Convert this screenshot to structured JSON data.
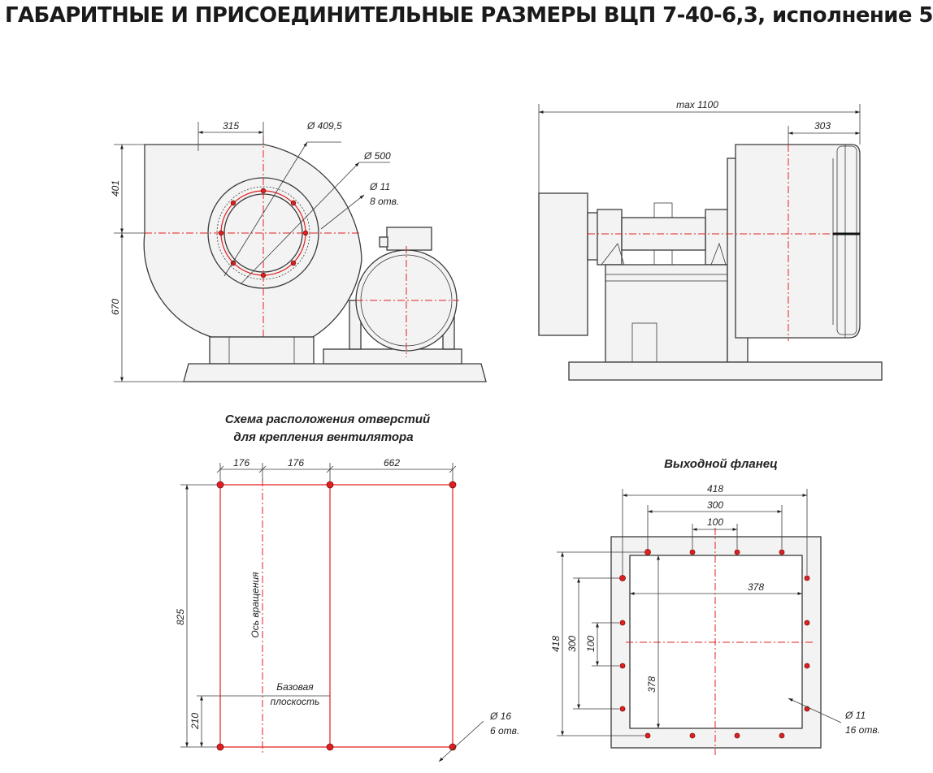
{
  "title": "ГАБАРИТНЫЕ И ПРИСОЕДИНИТЕЛЬНЫЕ РАЗМЕРЫ ВЦП 7-40-6,3, исполнение 5",
  "front_view": {
    "dim_315": "315",
    "dim_d409": "Ø 409,5",
    "dim_d500": "Ø 500",
    "dim_d11": "Ø 11",
    "dim_holes8": "8 отв.",
    "dim_401": "401",
    "dim_670": "670"
  },
  "side_view": {
    "dim_max": "max 1100",
    "dim_303": "303"
  },
  "mount_scheme": {
    "caption_line1": "Схема расположения отверстий",
    "caption_line2": "для крепления вентилятора",
    "dim_176a": "176",
    "dim_176b": "176",
    "dim_662": "662",
    "dim_825": "825",
    "dim_210": "210",
    "axis_label": "Ось вращения",
    "base_line1": "Базовая",
    "base_line2": "плоскость",
    "hole_d": "Ø 16",
    "hole_count": "6 отв."
  },
  "outlet_flange": {
    "caption": "Выходной фланец",
    "dim_418_top": "418",
    "dim_300_top": "300",
    "dim_100_top": "100",
    "dim_378_h": "378",
    "dim_418_left": "418",
    "dim_300_left": "300",
    "dim_100_left": "100",
    "dim_378_v": "378",
    "hole_d": "Ø 11",
    "hole_count": "16 отв."
  },
  "colors": {
    "outline": "#3a3a3a",
    "axis": "#e02020",
    "hole": "#e02020"
  }
}
